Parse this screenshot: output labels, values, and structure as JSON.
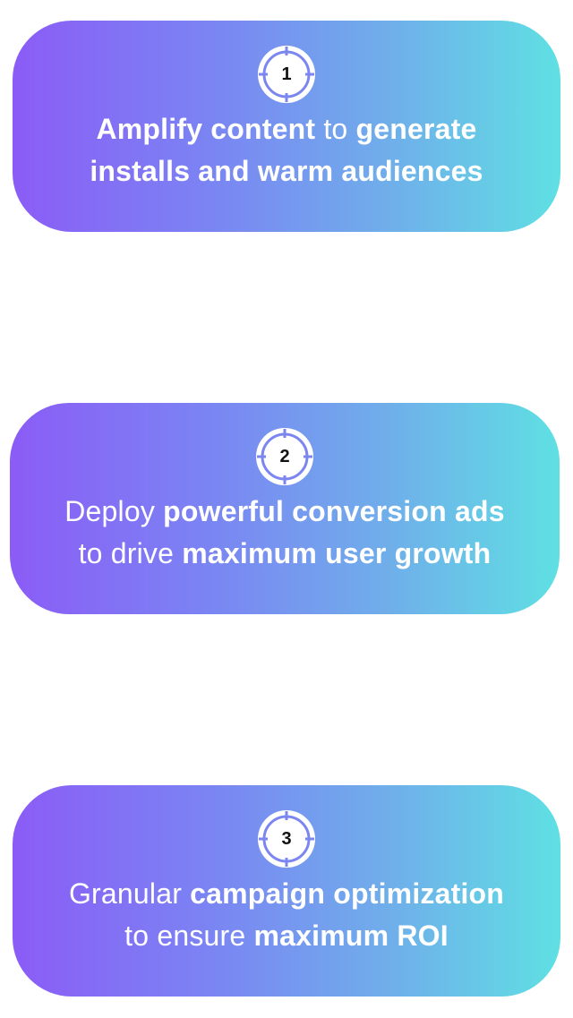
{
  "cards": [
    {
      "number": "1",
      "line1": [
        {
          "text": "Amplify content",
          "bold": true
        },
        {
          "text": " to ",
          "bold": false
        },
        {
          "text": "generate",
          "bold": true
        }
      ],
      "line2": [
        {
          "text": "installs and warm audiences",
          "bold": true
        }
      ]
    },
    {
      "number": "2",
      "line1": [
        {
          "text": "Deploy ",
          "bold": false
        },
        {
          "text": "powerful conversion ads",
          "bold": true
        }
      ],
      "line2": [
        {
          "text": "to drive ",
          "bold": false
        },
        {
          "text": "maximum user growth",
          "bold": true
        }
      ]
    },
    {
      "number": "3",
      "line1": [
        {
          "text": "Granular ",
          "bold": false
        },
        {
          "text": "campaign optimization",
          "bold": true
        }
      ],
      "line2": [
        {
          "text": "to ensure ",
          "bold": false
        },
        {
          "text": "maximum ROI",
          "bold": true
        }
      ]
    }
  ],
  "colors": {
    "gradient_start": "#8b5cf6",
    "gradient_end": "#5fe0e3",
    "badge_ring": "#ffffff",
    "number_color": "#111111"
  },
  "icon": "target-crosshair-icon"
}
